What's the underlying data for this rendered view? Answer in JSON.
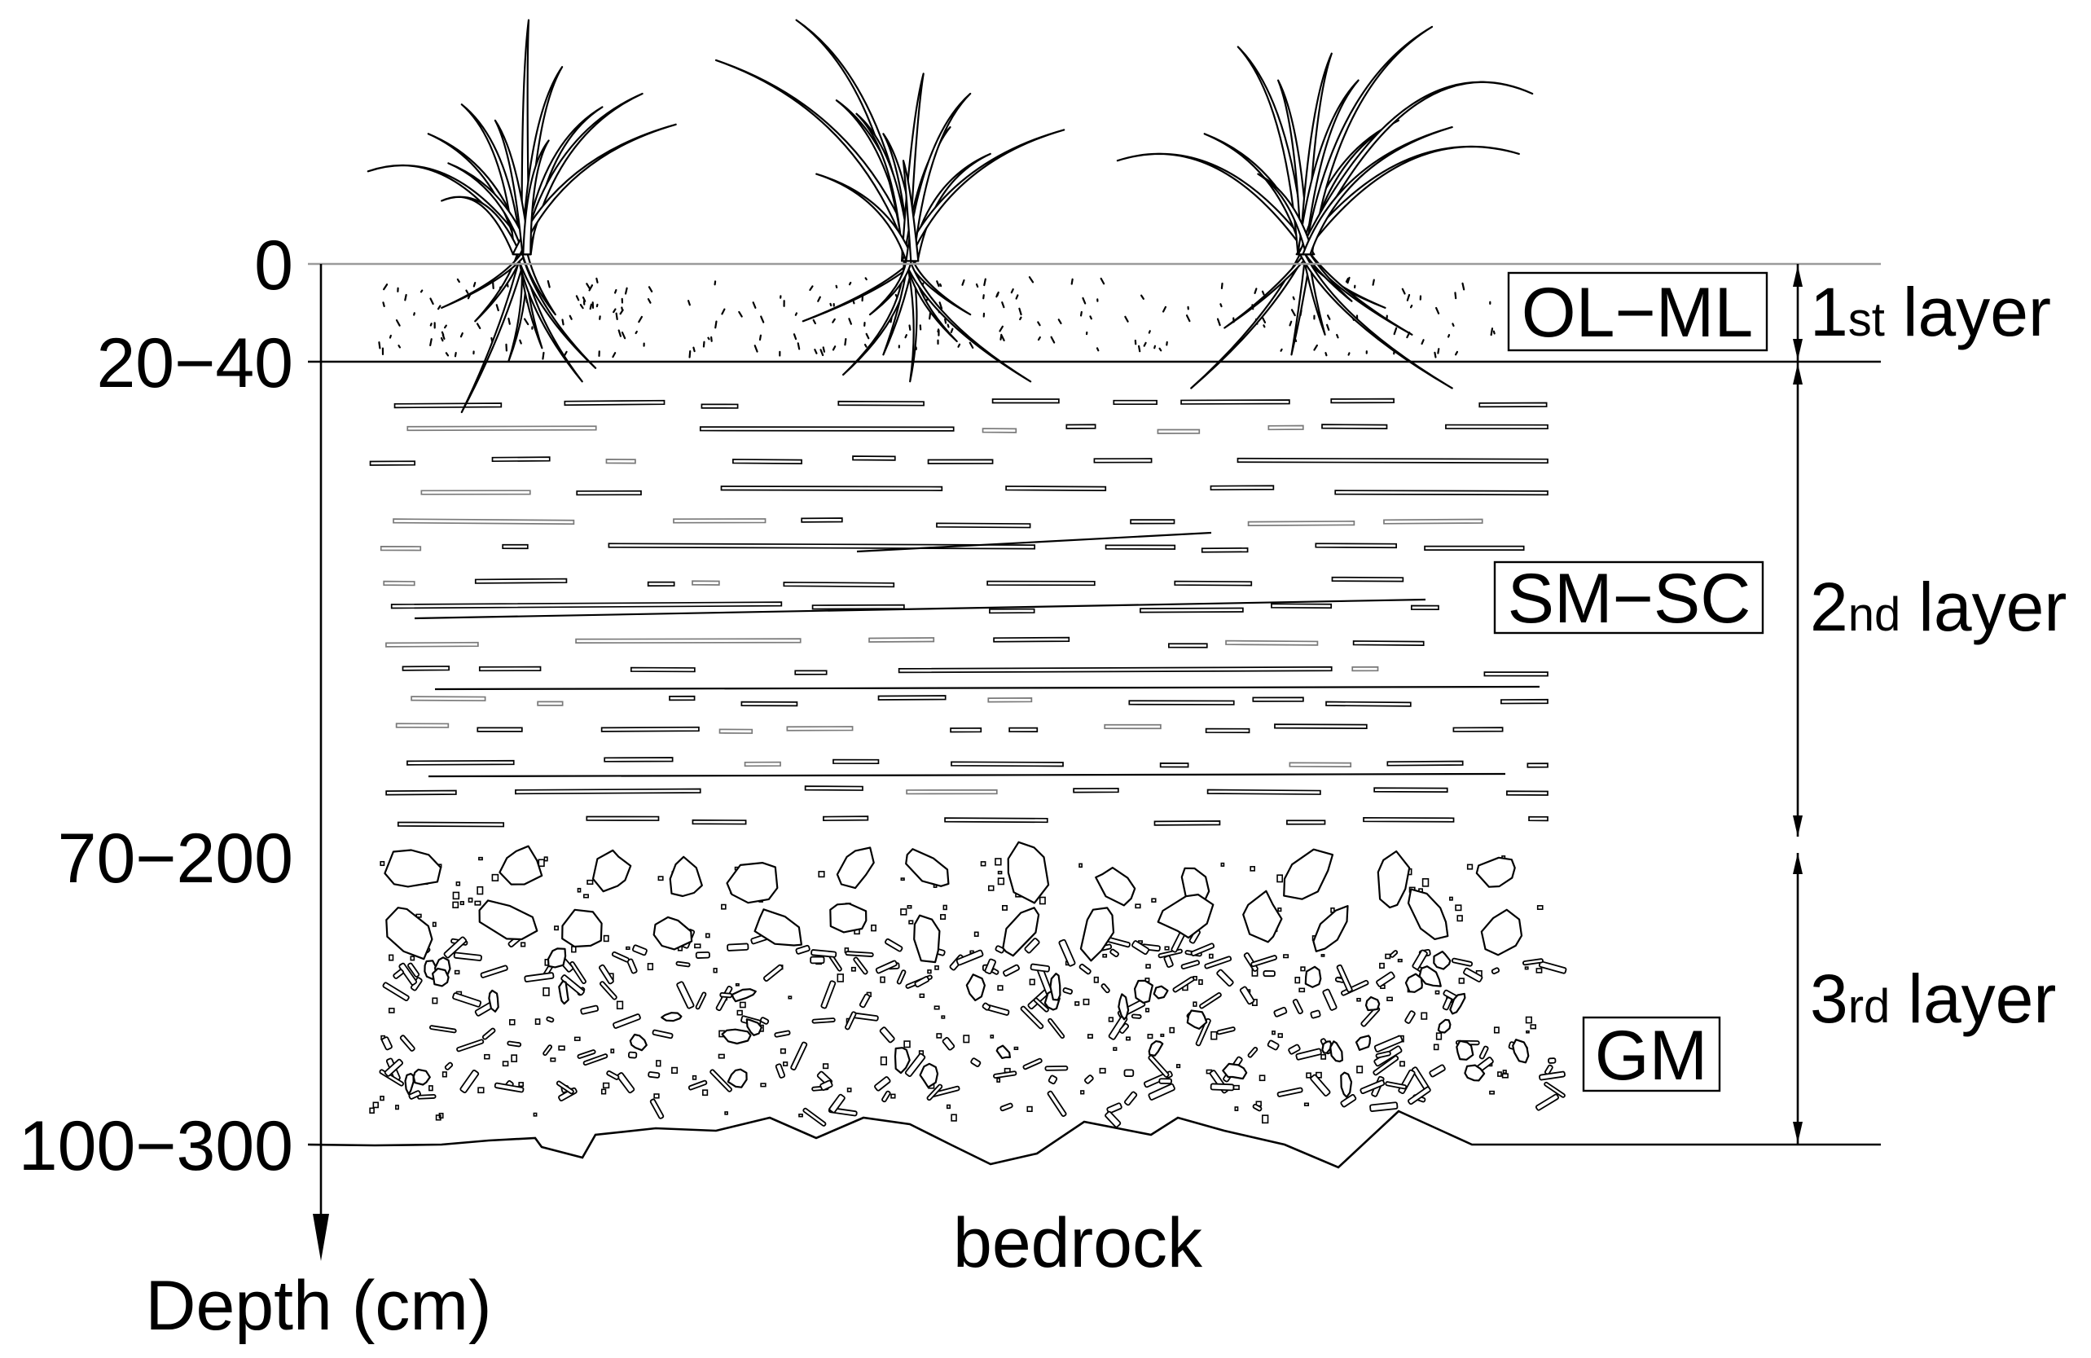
{
  "depth_axis": {
    "label": "Depth (cm)",
    "tick_labels": [
      "0",
      "20−40",
      "70−200",
      "100−300"
    ]
  },
  "layers": [
    {
      "code": "OL−ML",
      "ordinal_number": "1",
      "ordinal_suffix": "st",
      "word": "layer"
    },
    {
      "code": "SM−SC",
      "ordinal_number": "2",
      "ordinal_suffix": "nd",
      "word": "layer"
    },
    {
      "code": "GM",
      "ordinal_number": "3",
      "ordinal_suffix": "rd",
      "word": "layer"
    }
  ],
  "bedrock_label": "bedrock",
  "icons": {
    "plant": "grass-tuft-icon"
  },
  "colors": {
    "line": "#000000",
    "surface": "#9a9a9a",
    "background": "#ffffff",
    "texture_gray": "#7a7a7a"
  }
}
